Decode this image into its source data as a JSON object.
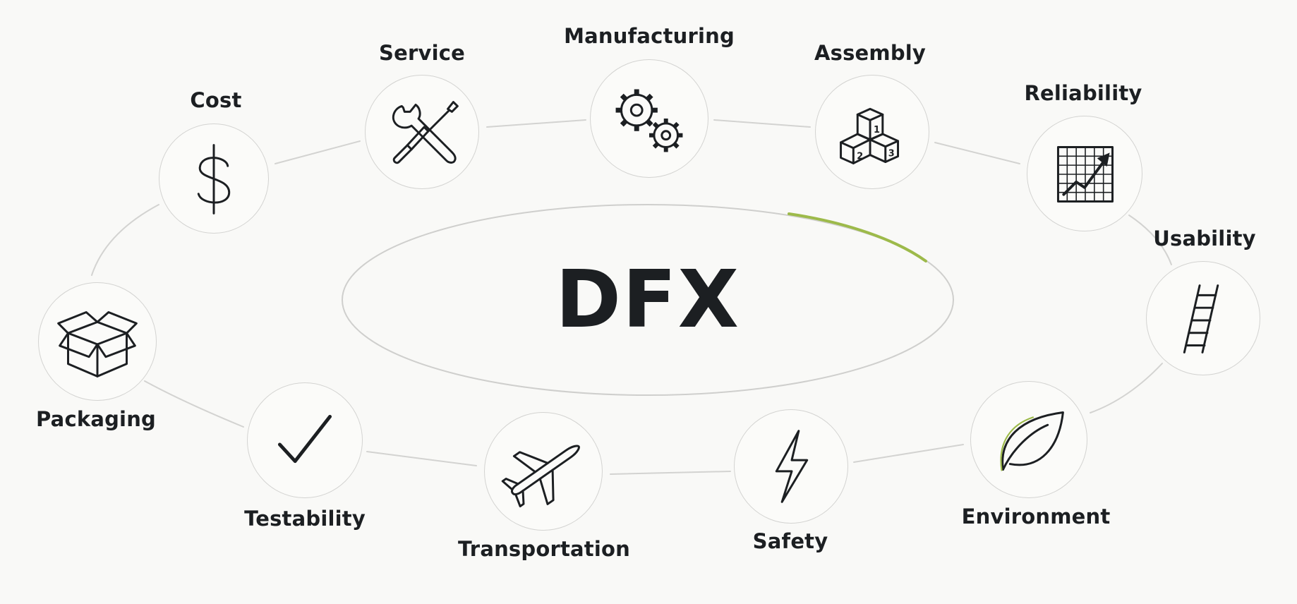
{
  "center": {
    "title": "DFX"
  },
  "nodes": [
    {
      "label": "Cost",
      "icon": "dollar-icon"
    },
    {
      "label": "Service",
      "icon": "tools-icon"
    },
    {
      "label": "Manufacturing",
      "icon": "gears-icon"
    },
    {
      "label": "Assembly",
      "icon": "blocks-icon"
    },
    {
      "label": "Reliability",
      "icon": "growth-chart-icon"
    },
    {
      "label": "Usability",
      "icon": "ladder-icon"
    },
    {
      "label": "Environment",
      "icon": "leaf-icon"
    },
    {
      "label": "Safety",
      "icon": "lightning-icon"
    },
    {
      "label": "Transportation",
      "icon": "airplane-icon"
    },
    {
      "label": "Testability",
      "icon": "checkmark-icon"
    },
    {
      "label": "Packaging",
      "icon": "box-icon"
    }
  ],
  "assembly_blocks": [
    "1",
    "2",
    "3"
  ],
  "colors": {
    "accent": "#9dba4a",
    "ink": "#1c1f22",
    "line": "#d3d3d1",
    "background": "#f9f9f7"
  }
}
